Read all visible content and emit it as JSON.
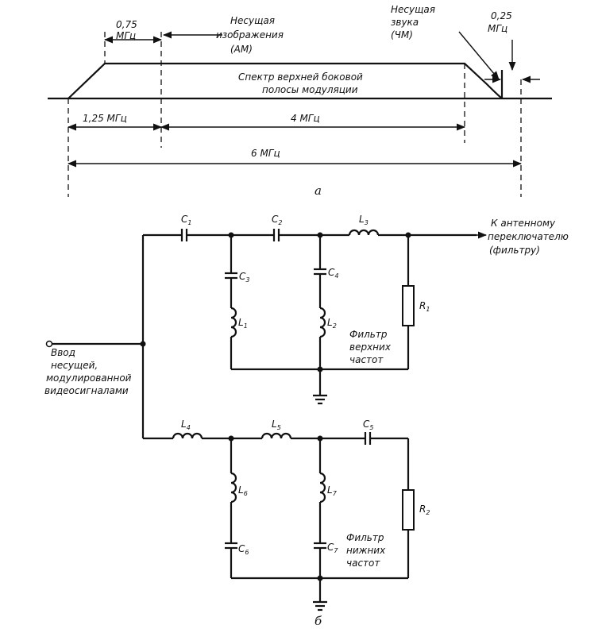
{
  "spectrum": {
    "carrier_bw": "0,75",
    "mhz": "МГц",
    "video_carrier_l1": "Несущая",
    "video_carrier_l2": "изображения",
    "video_carrier_l3": "(АМ)",
    "sound_carrier_l1": "Несущая",
    "sound_carrier_l2": "звука",
    "sound_carrier_l3": "(ЧМ)",
    "sound_bw": "0,25",
    "spectrum_l1": "Спектр  верхней  боковой",
    "spectrum_l2": "полосы  модуляции",
    "dim_lower": "1,25  МГц",
    "dim_video": "4  МГц",
    "dim_total": "6  МГц",
    "caption": "а"
  },
  "circuit": {
    "C1": "C",
    "C1s": "1",
    "C2": "C",
    "C2s": "2",
    "L3": "L",
    "L3s": "3",
    "C3": "C",
    "C3s": "3",
    "C4": "C",
    "C4s": "4",
    "L1": "L",
    "L1s": "1",
    "L2": "L",
    "L2s": "2",
    "R1": "R",
    "R1s": "1",
    "L4": "L",
    "L4s": "4",
    "L5": "L",
    "L5s": "5",
    "C5": "C",
    "C5s": "5",
    "L6": "L",
    "L6s": "6",
    "L7": "L",
    "L7s": "7",
    "C6": "C",
    "C6s": "6",
    "C7": "C",
    "C7s": "7",
    "R2": "R",
    "R2s": "2",
    "antenna_l1": "К  антенному",
    "antenna_l2": "переключателю",
    "antenna_l3": "(фильтру)",
    "input_l1": "Ввод",
    "input_l2": "несущей,",
    "input_l3": "модулированной",
    "input_l4": "видеосигналами",
    "hpf_l1": "Фильтр",
    "hpf_l2": "верхних",
    "hpf_l3": "частот",
    "lpf_l1": "Фильтр",
    "lpf_l2": "нижних",
    "lpf_l3": "частот",
    "caption": "б"
  }
}
